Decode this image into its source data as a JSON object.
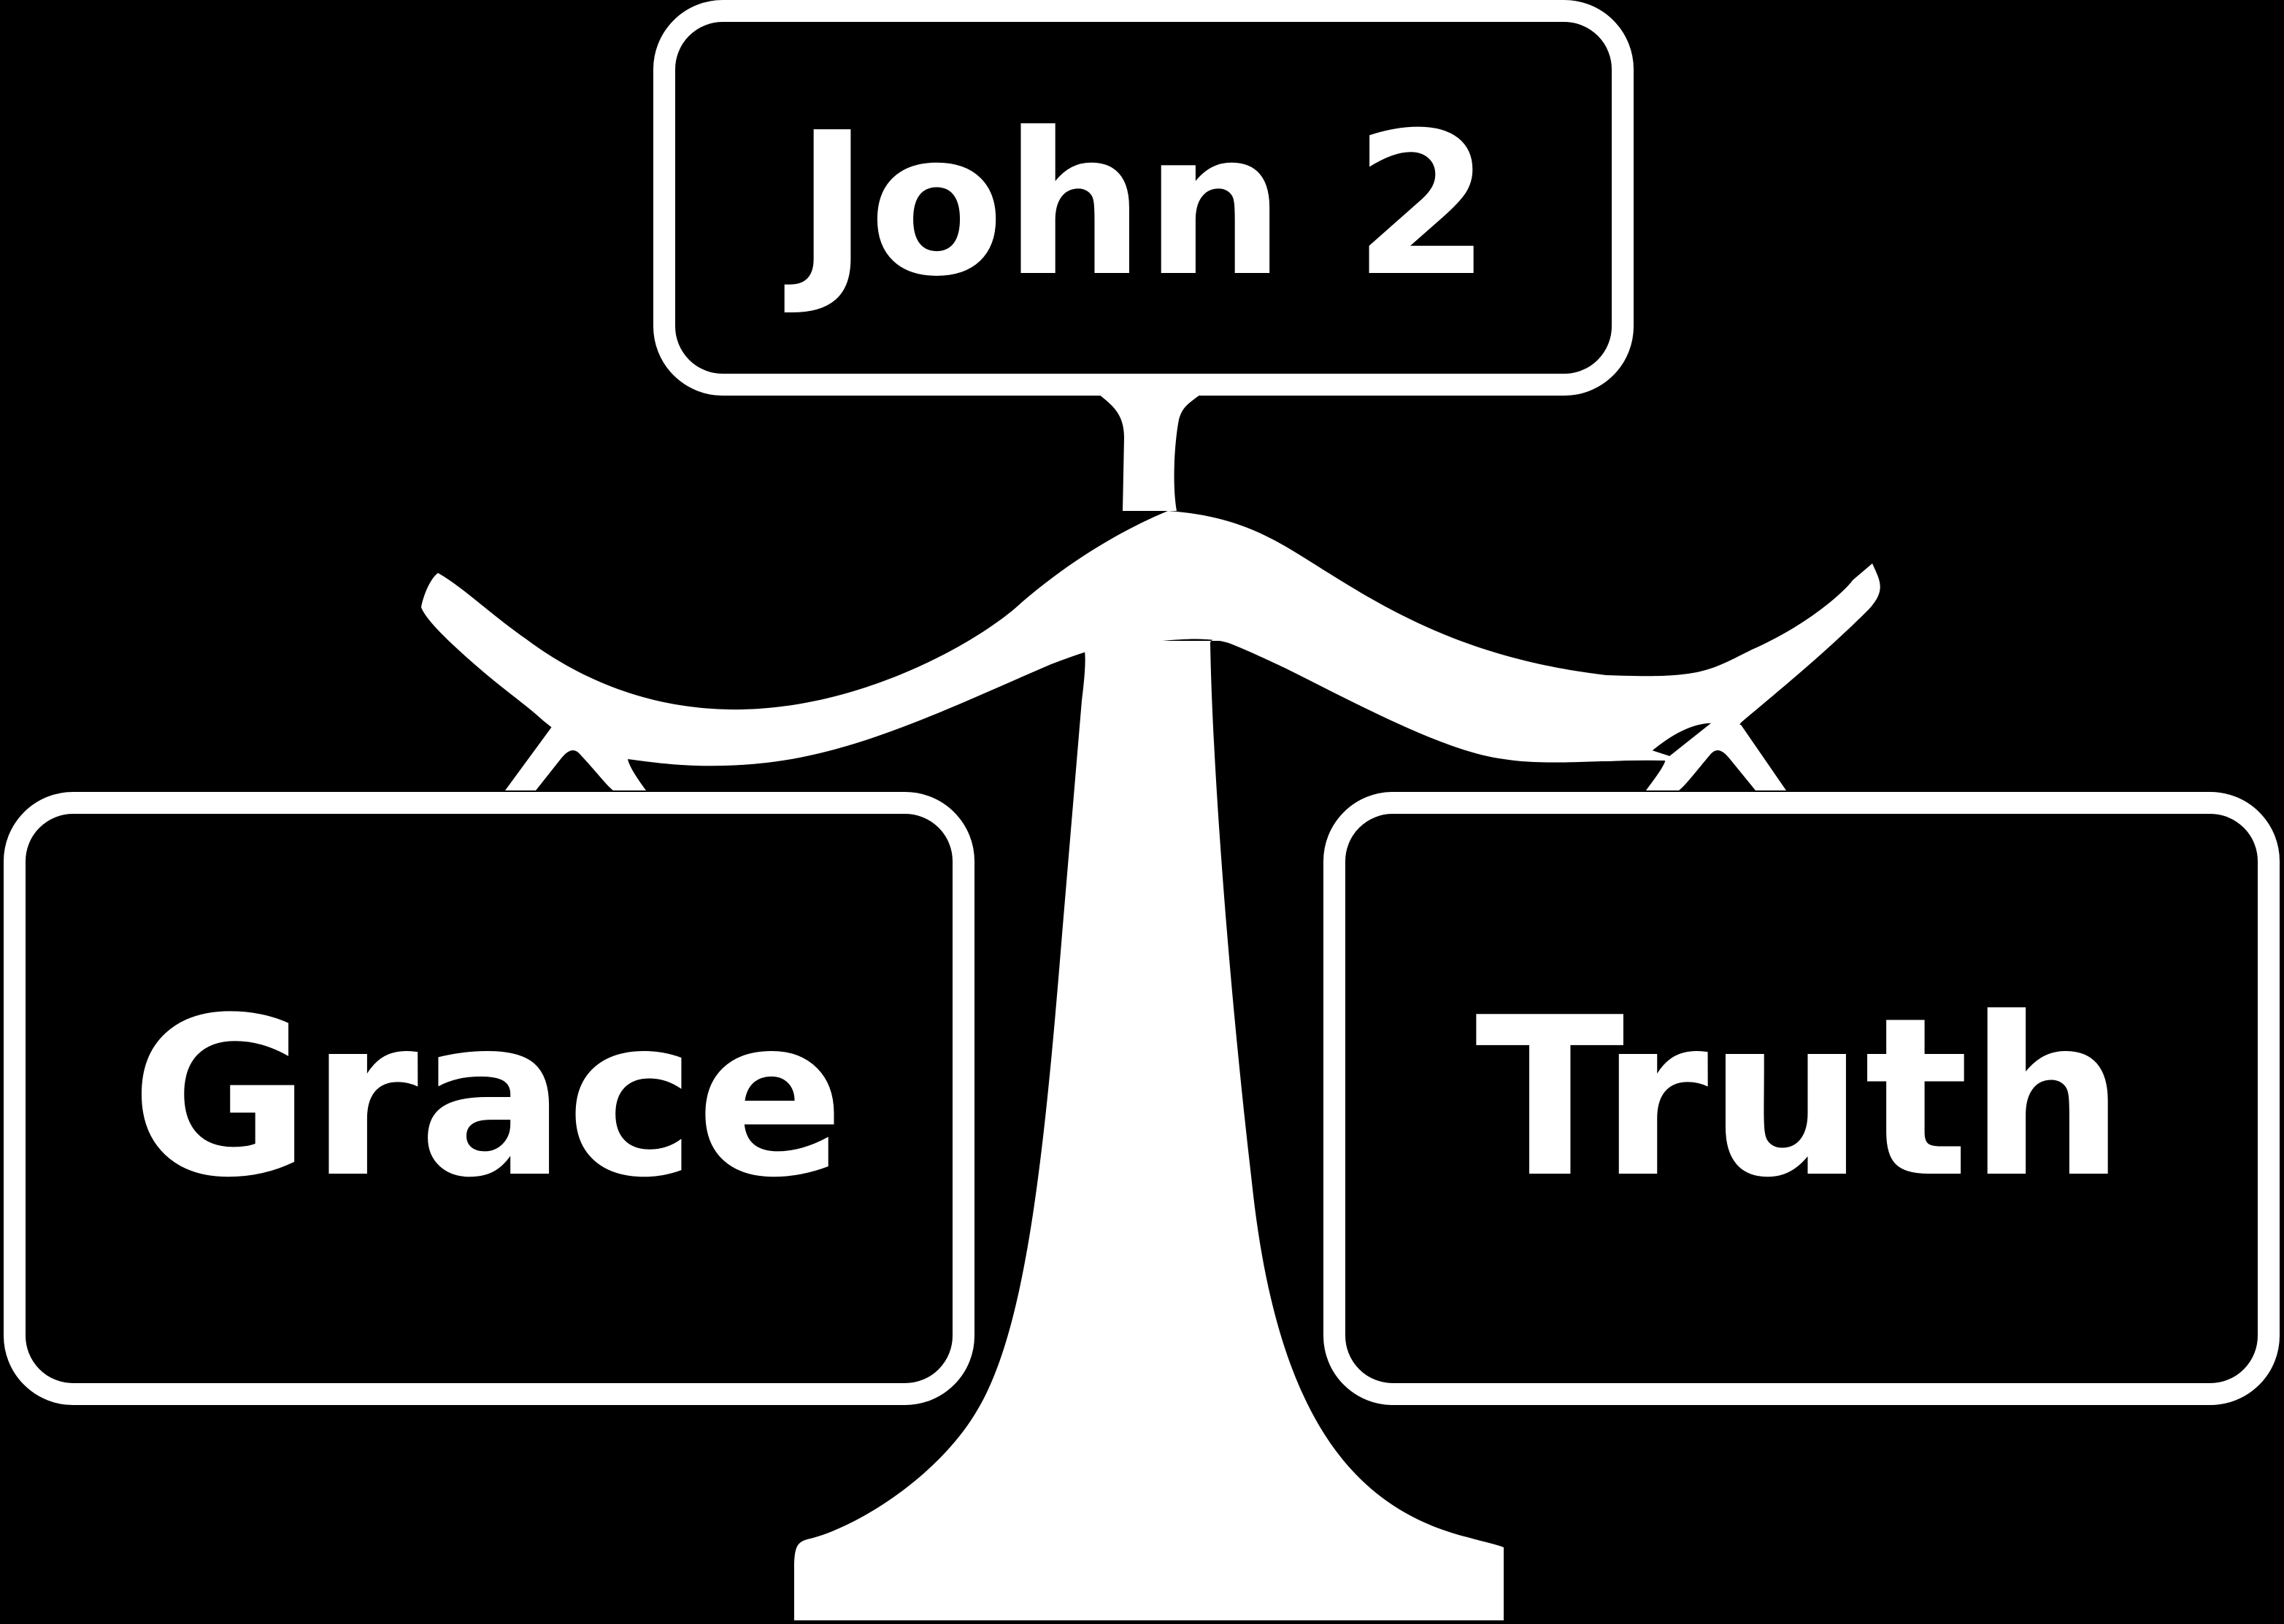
{
  "diagram": {
    "title": "John 2",
    "left_pan_label": "Grace",
    "right_pan_label": "Truth"
  },
  "colors": {
    "background": "#000000",
    "foreground": "#ffffff"
  }
}
